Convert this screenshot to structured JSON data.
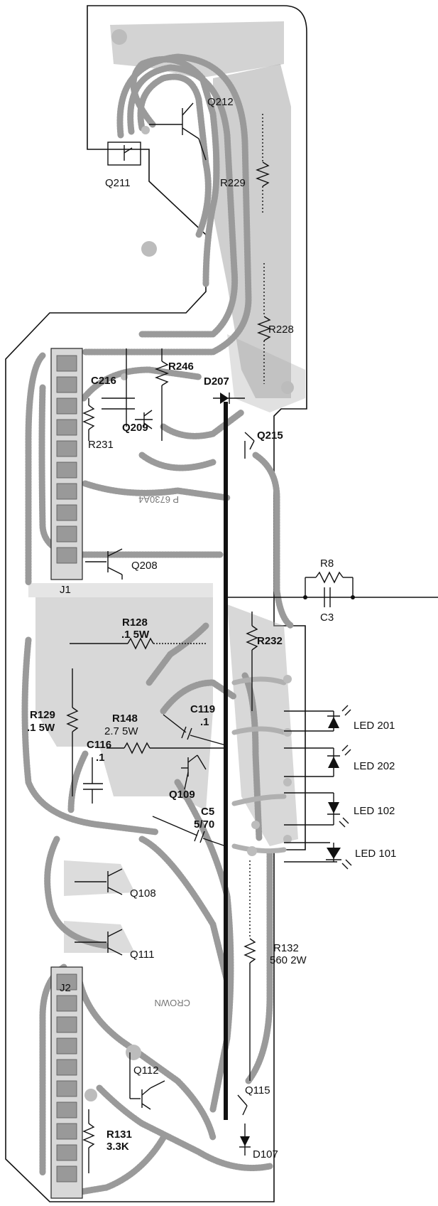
{
  "labels": {
    "q212": "Q212",
    "q211": "Q211",
    "r229": "R229",
    "r228": "R228",
    "r246": "R246",
    "c216": "C216",
    "d207": "D207",
    "q209": "Q209",
    "r231": "R231",
    "q215": "Q215",
    "mirror_top": "P 6730A4",
    "j1": "J1",
    "q208": "Q208",
    "r8": "R8",
    "c3": "C3",
    "r128": "R128",
    "r128_val": ".1  5W",
    "r232": "R232",
    "c119": "C119",
    "c119_val": ".1",
    "r148": "R148",
    "r148_val": "2.7  5W",
    "r129": "R129",
    "r129_val": ".1  5W",
    "c116": "C116",
    "c116_val": ".1",
    "q109": "Q109",
    "led201": "LED 201",
    "led202": "LED 202",
    "led102": "LED 102",
    "led101": "LED 101",
    "c5": "C5",
    "c5_val": "5/70",
    "q108": "Q108",
    "q111": "Q111",
    "r132": "R132",
    "r132_val": "560  2W",
    "j2": "J2",
    "mirror_bottom": "CROWN",
    "q112": "Q112",
    "q115": "Q115",
    "r131": "R131",
    "r131_val": "3.3K",
    "d107": "D107"
  }
}
